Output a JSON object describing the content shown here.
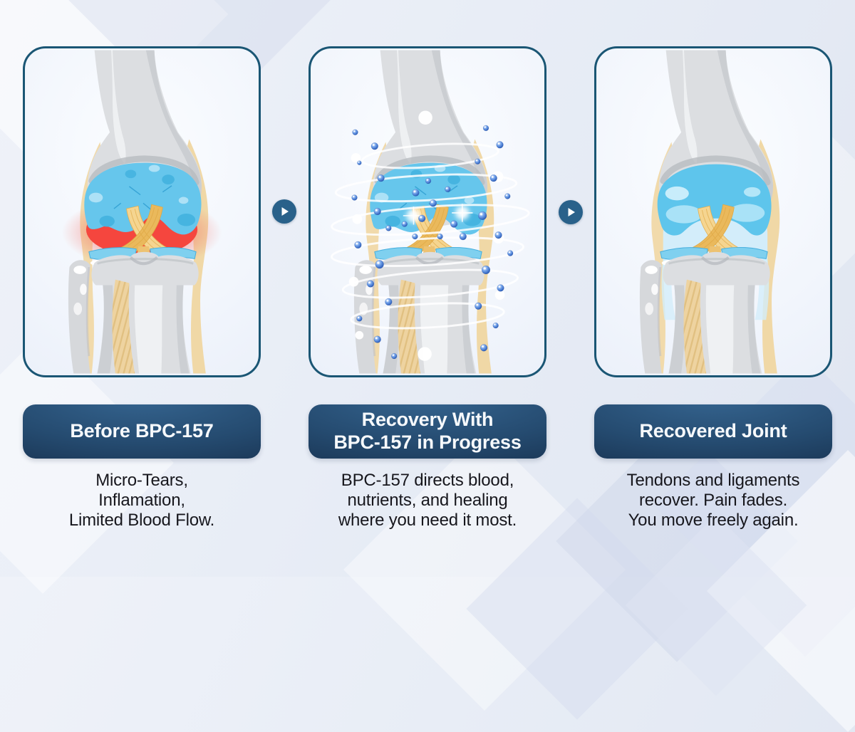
{
  "panels": [
    {
      "id": "before",
      "title": "Before BPC-157",
      "description": "Micro-Tears,\nInflamation,\nLimited Blood Flow.",
      "illustration": "inflamed-knee-joint"
    },
    {
      "id": "during",
      "title": "Recovery With\nBPC-157 in Progress",
      "description": "BPC-157 directs blood,\nnutrients, and healing\nwhere you need it most.",
      "illustration": "healing-knee-joint-with-nutrient-particles"
    },
    {
      "id": "after",
      "title": "Recovered Joint",
      "description": "Tendons and ligaments\nrecover. Pain fades.\nYou move freely again.",
      "illustration": "recovered-knee-joint"
    }
  ],
  "arrows": [
    {
      "icon": "play-arrow"
    },
    {
      "icon": "play-arrow"
    }
  ],
  "colors": {
    "card_border": "#1a5674",
    "pill_dark": "#142b47",
    "pill_light": "#35648f",
    "arrow_circle": "#29618a",
    "inflammation_red": "#f5463e",
    "cartilage_blue": "#66c6ec",
    "ligament_yellow": "#eab95c",
    "tendon_tan": "#f0d8a6",
    "bone_gray": "#dcdee1",
    "particle_blue": "#2f6fd0",
    "synovial_blue": "#d3edfa"
  }
}
